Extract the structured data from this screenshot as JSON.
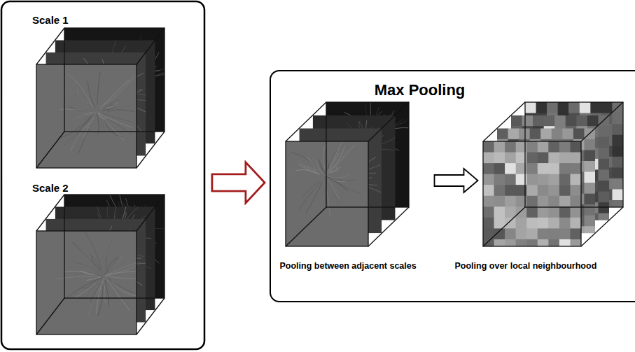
{
  "diagram": {
    "nodes": [
      {
        "text": [
          "Scale 1"
        ]
      },
      {
        "text": [
          "Scale 2"
        ]
      },
      {
        "text": [
          "Max Pooling"
        ]
      },
      {
        "text": [
          "Pooling between adjacent scales"
        ],
        "in": 2
      },
      {
        "text": [
          "Pooling over local neighbourhood"
        ],
        "in": 2
      }
    ],
    "edges": [
      {
        "from": 0,
        "to": 2,
        "arrow": "to"
      },
      {
        "from": 1,
        "to": 2,
        "arrow": "to"
      },
      {
        "from": 3,
        "to": 4,
        "arrow": "to"
      }
    ]
  }
}
